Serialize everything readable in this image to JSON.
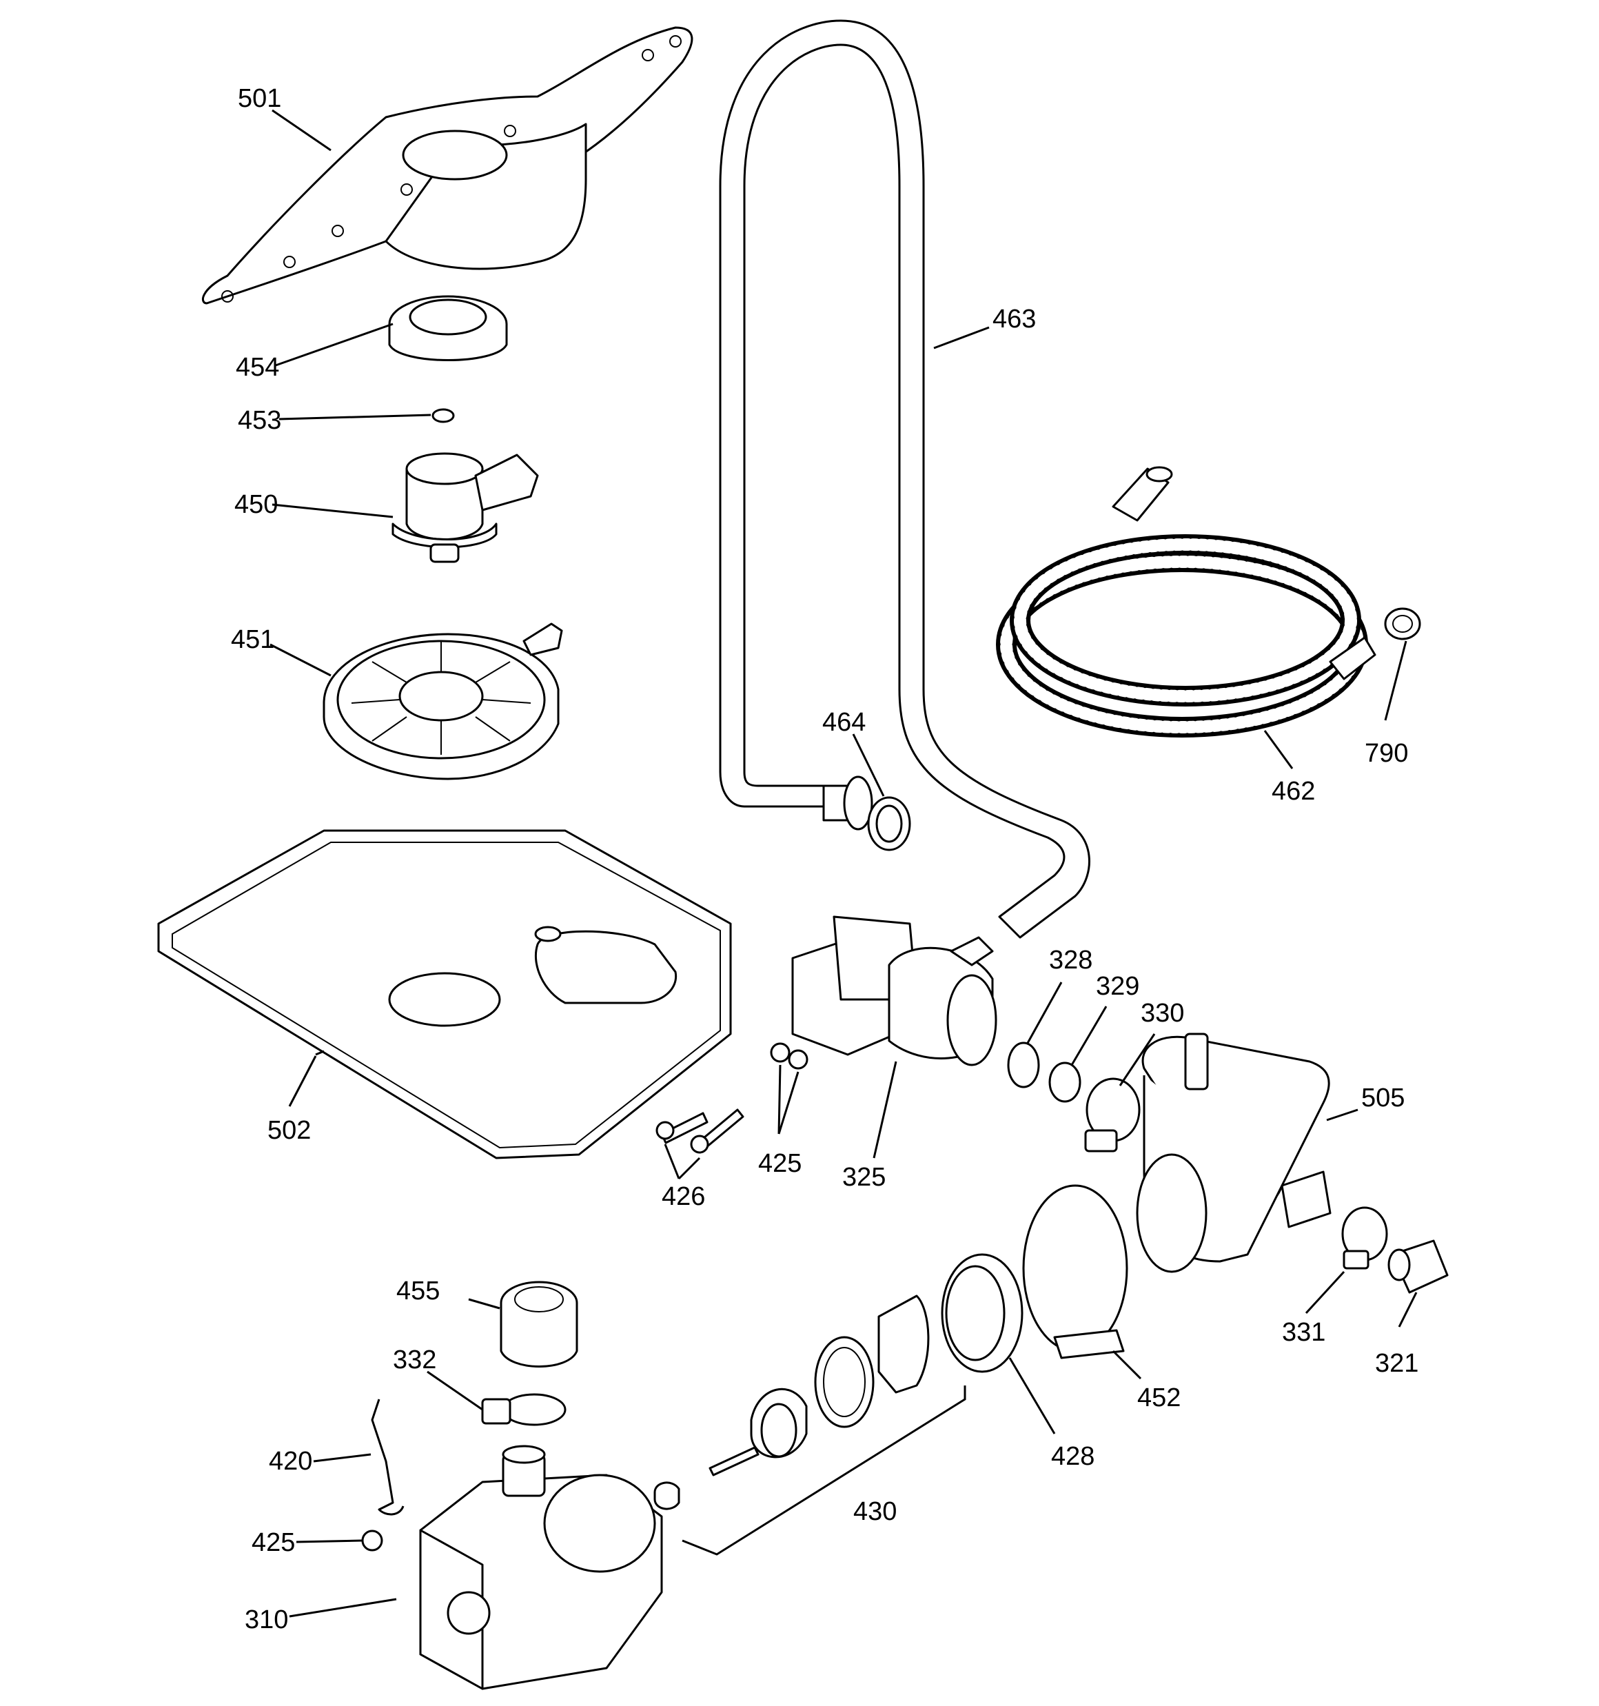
{
  "callouts": [
    {
      "id": "501",
      "text": "501"
    },
    {
      "id": "454",
      "text": "454"
    },
    {
      "id": "453",
      "text": "453"
    },
    {
      "id": "450",
      "text": "450"
    },
    {
      "id": "451",
      "text": "451"
    },
    {
      "id": "502",
      "text": "502"
    },
    {
      "id": "463",
      "text": "463"
    },
    {
      "id": "464",
      "text": "464"
    },
    {
      "id": "462",
      "text": "462"
    },
    {
      "id": "790",
      "text": "790"
    },
    {
      "id": "328",
      "text": "328"
    },
    {
      "id": "329",
      "text": "329"
    },
    {
      "id": "330",
      "text": "330"
    },
    {
      "id": "505",
      "text": "505"
    },
    {
      "id": "425a",
      "text": "425"
    },
    {
      "id": "426",
      "text": "426"
    },
    {
      "id": "325",
      "text": "325"
    },
    {
      "id": "331",
      "text": "331"
    },
    {
      "id": "321",
      "text": "321"
    },
    {
      "id": "452",
      "text": "452"
    },
    {
      "id": "428",
      "text": "428"
    },
    {
      "id": "430",
      "text": "430"
    },
    {
      "id": "455",
      "text": "455"
    },
    {
      "id": "332",
      "text": "332"
    },
    {
      "id": "420",
      "text": "420"
    },
    {
      "id": "425b",
      "text": "425"
    },
    {
      "id": "310",
      "text": "310"
    }
  ]
}
